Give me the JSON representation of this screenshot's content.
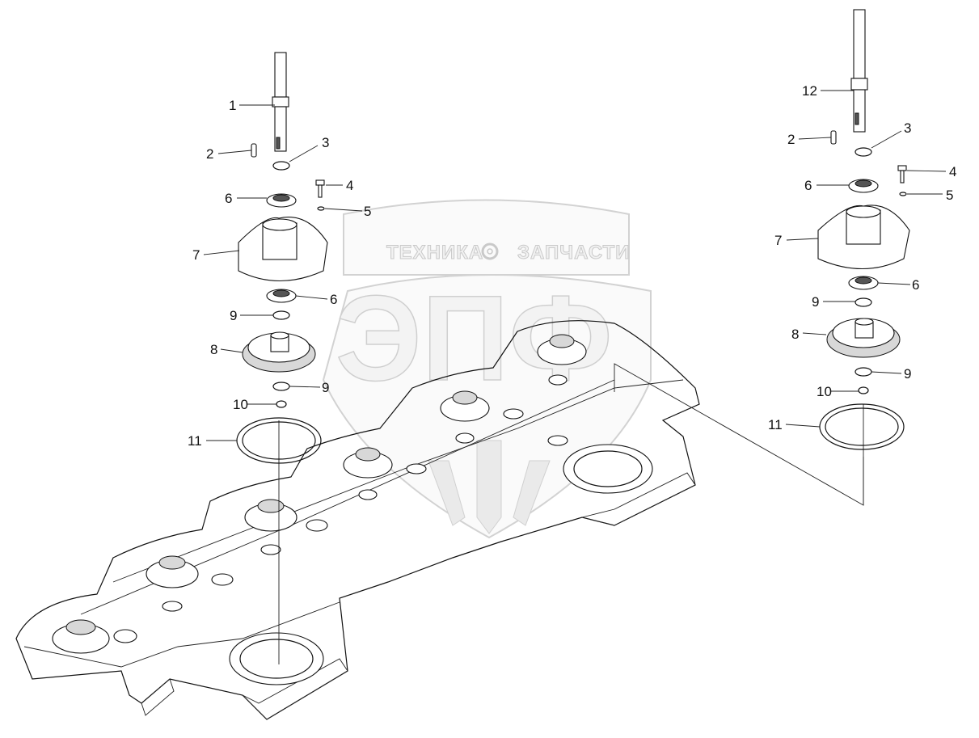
{
  "watermark": {
    "brand_line_left": "ТЕХНИКА",
    "brand_line_right": "ЗАПЧАСТИ",
    "monogram": "ЭПФ"
  },
  "left_assembly": {
    "callouts": [
      "1",
      "2",
      "3",
      "4",
      "5",
      "6",
      "7",
      "6",
      "9",
      "8",
      "9",
      "10",
      "11"
    ]
  },
  "right_assembly": {
    "callouts": [
      "12",
      "2",
      "3",
      "4",
      "5",
      "6",
      "7",
      "6",
      "9",
      "8",
      "9",
      "10",
      "11"
    ]
  }
}
